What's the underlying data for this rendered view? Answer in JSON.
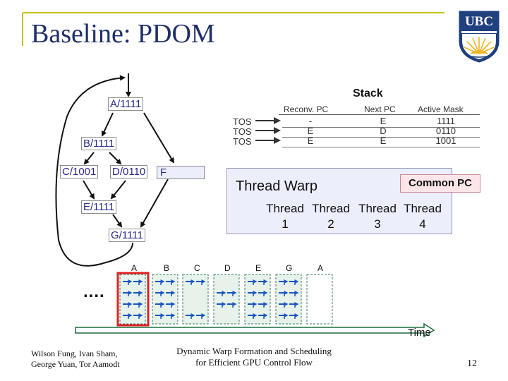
{
  "slide": {
    "title": "Baseline: PDOM",
    "page_number": "12",
    "footer_left_line1": "Wilson Fung, Ivan Sham,",
    "footer_left_line2": "George Yuan, Tor Aamodt",
    "footer_center_line1": "Dynamic Warp Formation and Scheduling",
    "footer_center_line2": "for Efficient GPU Control Flow"
  },
  "logo": {
    "text": "UBC",
    "colors": {
      "shield": "#1f3f7f",
      "sun": "#f0b323"
    }
  },
  "cfg": {
    "nodes": [
      {
        "id": "A",
        "label": "A/1111"
      },
      {
        "id": "B",
        "label": "B/1111"
      },
      {
        "id": "C",
        "label": "C/1001"
      },
      {
        "id": "D",
        "label": "D/0110"
      },
      {
        "id": "F",
        "label": "F"
      },
      {
        "id": "E",
        "label": "E/1111"
      },
      {
        "id": "G",
        "label": "G/1111"
      }
    ]
  },
  "stack": {
    "title": "Stack",
    "columns": [
      "Reconv. PC",
      "Next PC",
      "Active Mask"
    ],
    "tos_labels": [
      "TOS",
      "TOS",
      "TOS"
    ],
    "rows": [
      [
        "-",
        "E",
        "1111"
      ],
      [
        "E",
        "D",
        "0110"
      ],
      [
        "E",
        "E",
        "1001"
      ]
    ]
  },
  "warp": {
    "title": "Thread Warp",
    "common_pc": "Common PC",
    "threads": [
      {
        "line1": "Thread",
        "line2": "1"
      },
      {
        "line1": "Thread",
        "line2": "2"
      },
      {
        "line1": "Thread",
        "line2": "3"
      },
      {
        "line1": "Thread",
        "line2": "4"
      }
    ]
  },
  "timeline": {
    "blocks": [
      "A",
      "B",
      "C",
      "D",
      "E",
      "G",
      "A"
    ],
    "ellipsis": "....",
    "time_label": "Time",
    "active_masks": [
      "1111",
      "1111",
      "1001",
      "0110",
      "1111",
      "1111"
    ]
  },
  "colors": {
    "title": "#1f2f6b",
    "node_text": "#2a2a8c",
    "lane_fill": "#e6f2ea",
    "lane_border": "#3a7a6a",
    "arrow_blue": "#1c55c2",
    "highlight_red": "#e02020",
    "warp_box": "#eceefc",
    "common_pc_box": "#fde6ea"
  }
}
